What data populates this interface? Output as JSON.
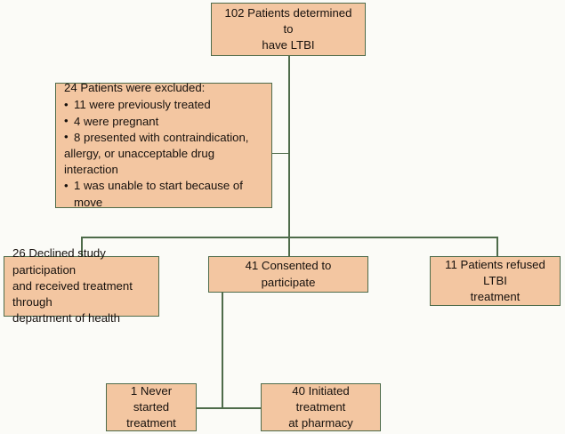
{
  "diagram": {
    "title": "LTBI patient enrollment flow diagram",
    "colors": {
      "box_fill": "#f3c6a1",
      "box_border": "#4e6b4a",
      "connector": "#4e6b4a",
      "background": "#fbfbf7",
      "text": "#17110d"
    },
    "nodes": {
      "determined": {
        "line1": "102 Patients determined to",
        "line2": "have LTBI"
      },
      "excluded": {
        "title": "24 Patients were excluded:",
        "items": [
          "11 were previously treated",
          "4 were pregnant",
          "8 presented with contraindication,",
          "allergy, or unacceptable drug interaction",
          "1 was unable to start because of move"
        ]
      },
      "declined": {
        "line1": "26 Declined study participation",
        "line2": "and received treatment through",
        "line3": "department of health"
      },
      "consented": {
        "line1": "41 Consented to participate"
      },
      "refused": {
        "line1": "11 Patients refused LTBI",
        "line2": "treatment"
      },
      "never_started": {
        "line1": "1 Never started",
        "line2": "treatment"
      },
      "initiated": {
        "line1": "40 Initiated treatment",
        "line2": "at pharmacy"
      }
    }
  }
}
